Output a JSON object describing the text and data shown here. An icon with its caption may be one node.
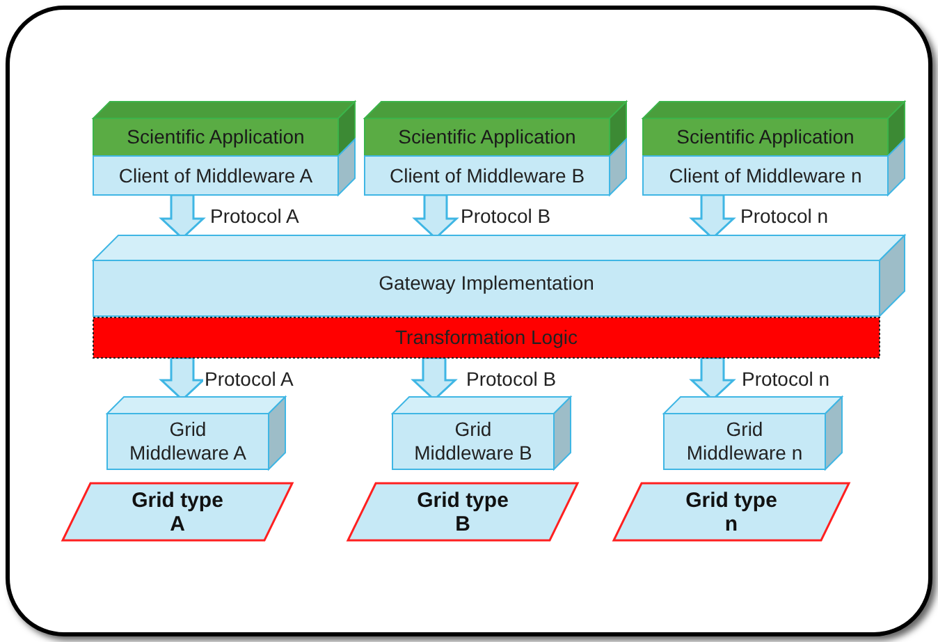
{
  "diagram": {
    "nodes": [
      {
        "text": [
          "Scientific Application"
        ]
      },
      {
        "text": [
          "Scientific Application"
        ]
      },
      {
        "text": [
          "Scientific Application"
        ]
      },
      {
        "text": [
          "Client of Middleware A"
        ]
      },
      {
        "text": [
          "Client of Middleware B"
        ]
      },
      {
        "text": [
          "Client of Middleware n"
        ]
      },
      {
        "text": [
          "Gateway Implementation"
        ]
      },
      {
        "text": [
          "Transformation Logic"
        ]
      },
      {
        "text": [
          "Grid Middleware A"
        ]
      },
      {
        "text": [
          "Grid Middleware B"
        ]
      },
      {
        "text": [
          "Grid Middleware n"
        ]
      },
      {
        "text": [
          "Grid type A"
        ]
      },
      {
        "text": [
          "Grid type B"
        ]
      },
      {
        "text": [
          "Grid type n"
        ]
      }
    ],
    "edges": [
      {
        "from": 3,
        "to": 6,
        "arrow": "to",
        "label": "Protocol A"
      },
      {
        "from": 4,
        "to": 6,
        "arrow": "to",
        "label": "Protocol B"
      },
      {
        "from": 5,
        "to": 6,
        "arrow": "to",
        "label": "Protocol n"
      },
      {
        "from": 7,
        "to": 8,
        "arrow": "to",
        "label": "Protocol A"
      },
      {
        "from": 7,
        "to": 9,
        "arrow": "to",
        "label": "Protocol B"
      },
      {
        "from": 7,
        "to": 10,
        "arrow": "to",
        "label": "Protocol n"
      }
    ]
  }
}
